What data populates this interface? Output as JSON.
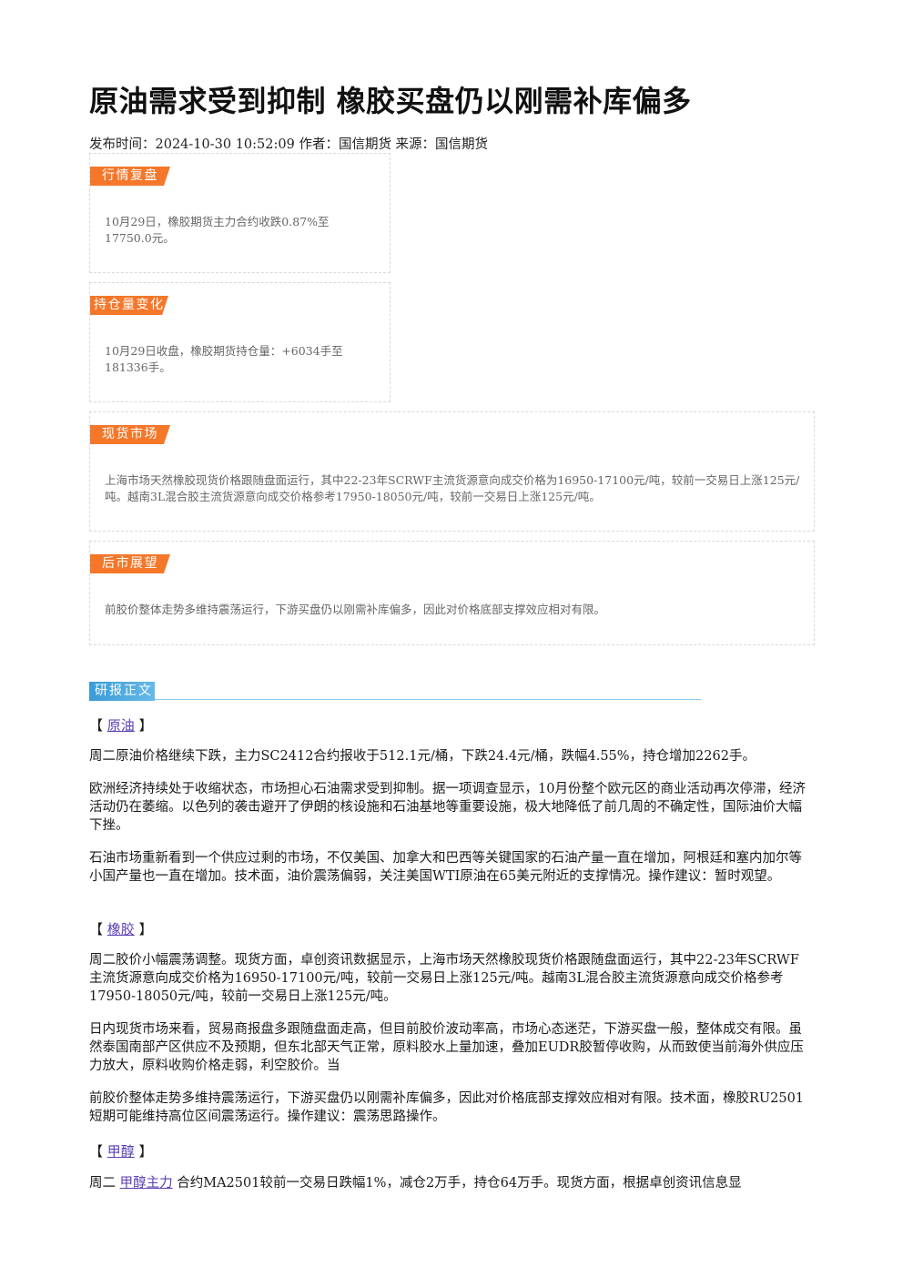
{
  "article": {
    "title": "原油需求受到抑制 橡胶买盘仍以刚需补库偏多",
    "meta": "发布时间：2024-10-30 10:52:09 作者：国信期货 来源：国信期货"
  },
  "summary_boxes": [
    {
      "tag": "行情复盘",
      "text": "10月29日，橡胶期货主力合约收跌0.87%至17750.0元。"
    },
    {
      "tag": "持仓量变化",
      "text": "10月29日收盘，橡胶期货持仓量：+6034手至181336手。"
    },
    {
      "tag": "现货市场",
      "text": "上海市场天然橡胶现货价格跟随盘面运行，其中22-23年SCRWF主流货源意向成交价格为16950-17100元/吨，较前一交易日上涨125元/吨。越南3L混合胶主流货源意向成交价格参考17950-18050元/吨，较前一交易日上涨125元/吨。"
    },
    {
      "tag": "后市展望",
      "text": "前胶价整体走势多维持震荡运行，下游买盘仍以刚需补库偏多，因此对价格底部支撑效应相对有限。"
    }
  ],
  "report": {
    "tag": "研报正文",
    "sections": [
      {
        "open": "【 ",
        "name": "原油",
        "close": " 】"
      },
      {
        "open": "【 ",
        "name": "橡胶",
        "close": " 】"
      },
      {
        "open": "【 ",
        "name": "甲醇",
        "close": " 】"
      }
    ],
    "paragraphs": [
      "周二原油价格继续下跌，主力SC2412合约报收于512.1元/桶，下跌24.4元/桶，跌幅4.55%，持仓增加2262手。",
      "欧洲经济持续处于收缩状态，市场担心石油需求受到抑制。据一项调查显示，10月份整个欧元区的商业活动再次停滞，经济活动仍在萎缩。以色列的袭击避开了伊朗的核设施和石油基地等重要设施，极大地降低了前几周的不确定性，国际油价大幅下挫。",
      "石油市场重新看到一个供应过剩的市场，不仅美国、加拿大和巴西等关键国家的石油产量一直在增加，阿根廷和塞内加尔等小国产量也一直在增加。技术面，油价震荡偏弱，关注美国WTI原油在65美元附近的支撑情况。操作建议：暂时观望。",
      "周二胶价小幅震荡调整。现货方面，卓创资讯数据显示，上海市场天然橡胶现货价格跟随盘面运行，其中22-23年SCRWF主流货源意向成交价格为16950-17100元/吨，较前一交易日上涨125元/吨。越南3L混合胶主流货源意向成交价格参考17950-18050元/吨，较前一交易日上涨125元/吨。",
      "日内现货市场来看，贸易商报盘多跟随盘面走高，但目前胶价波动率高，市场心态迷茫，下游买盘一般，整体成交有限。虽然泰国南部产区供应不及预期，但东北部天气正常，原料胶水上量加速，叠加EUDR胶暂停收购，从而致使当前海外供应压力放大，原料收购价格走弱，利空胶价。当",
      "前胶价整体走势多维持震荡运行，下游买盘仍以刚需补库偏多，因此对价格底部支撑效应相对有限。技术面，橡胶RU2501短期可能维持高位区间震荡运行。操作建议：震荡思路操作。"
    ],
    "last_paragraph": {
      "prefix": "周二 ",
      "link": "甲醇主力",
      "suffix": " 合约MA2501较前一交易日跌幅1%，减仓2万手，持仓64万手。现货方面，根据卓创资讯信息显"
    }
  },
  "colors": {
    "tag_orange": "#f4772a",
    "report_blue": "#3a9bd9",
    "link": "#5a3fb5"
  }
}
